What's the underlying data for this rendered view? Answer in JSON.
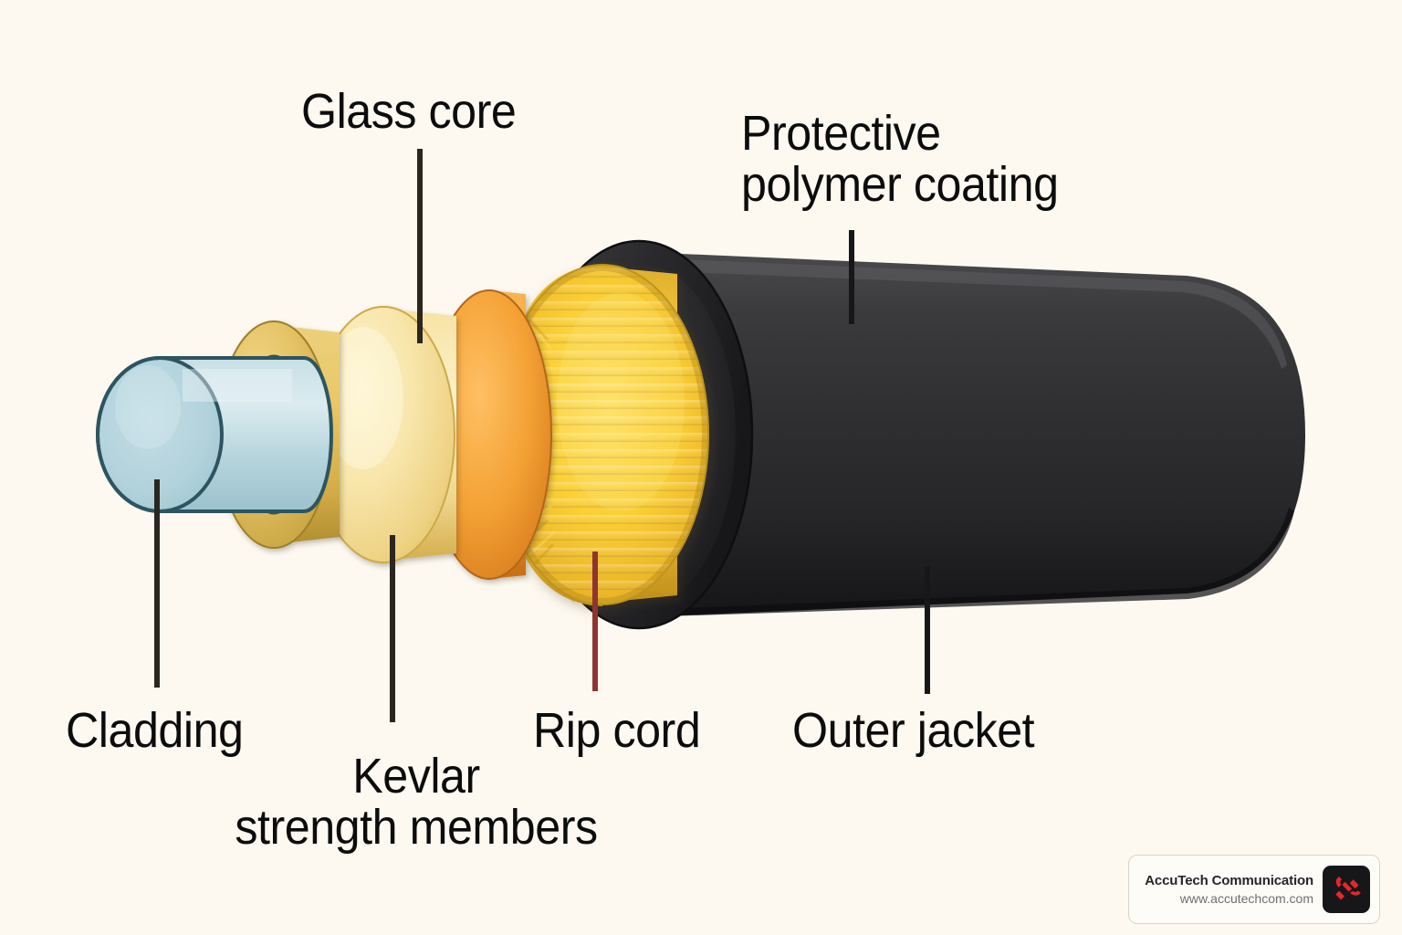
{
  "page": {
    "background_color": "#fdf9f0",
    "title_text_color": "#0c0c0c"
  },
  "diagram": {
    "subject": "fiber-optic-cable-cutaway",
    "labels": {
      "glass_core": "Glass core",
      "protective_polymer_coating": "Protective\npolymer coating",
      "cladding": "Cladding",
      "kevlar_strength_members": "Kevlar\nstrength members",
      "rip_cord": "Rip cord",
      "outer_jacket": "Outer jacket"
    },
    "layers": [
      {
        "name": "glass-core",
        "color": "#aed2dd",
        "stroke": "#2f5560"
      },
      {
        "name": "cladding",
        "color": "#e3c262",
        "stroke": "#9a7e2d"
      },
      {
        "name": "inner-buffer",
        "color": "#f6e3a8",
        "stroke": "#c9a84f"
      },
      {
        "name": "polymer-coating",
        "color": "#ef9a2c",
        "stroke": "#b46d18"
      },
      {
        "name": "kevlar-braid",
        "color": "#f5cc2a",
        "stroke": "#c4a019"
      },
      {
        "name": "outer-jacket",
        "color": "#2f2f31",
        "stroke": "#17171a"
      }
    ],
    "leader_lines": [
      {
        "name": "glass-core-leader",
        "color": "#2b2620"
      },
      {
        "name": "polymer-coating-leader",
        "color": "#17171a"
      },
      {
        "name": "cladding-leader",
        "color": "#2b2620"
      },
      {
        "name": "kevlar-leader",
        "color": "#2b2620"
      },
      {
        "name": "rip-cord-leader",
        "color": "#8f3430"
      },
      {
        "name": "outer-jacket-leader",
        "color": "#17171a"
      }
    ]
  },
  "badge": {
    "company": "AccuTech Communication",
    "website": "www.accutechcom.com",
    "logo_icon": "telephone-handset-icon",
    "logo_color": "#e8262b",
    "logo_background": "#17171a"
  }
}
